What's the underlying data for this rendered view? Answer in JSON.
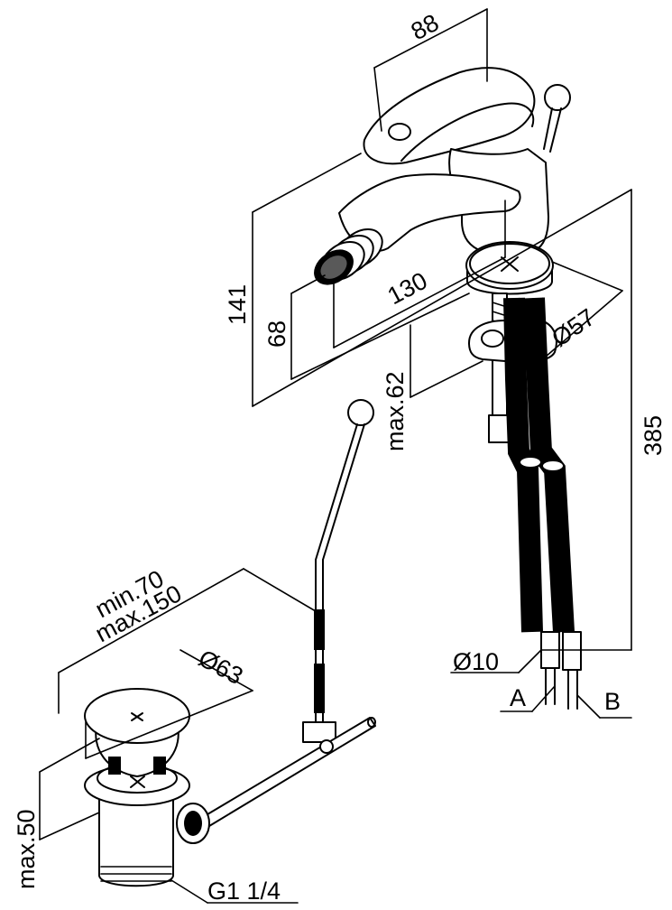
{
  "drawing": {
    "dimensions": {
      "spout_width": "88",
      "overall_height": "141",
      "spout_height": "68",
      "reach": "130",
      "base_diameter": "Ø57",
      "max_deck": "max.62",
      "hose_length": "385",
      "hose_diameter": "Ø10",
      "waste_min": "min.70",
      "waste_max": "max.150",
      "waste_diameter": "Ø63",
      "waste_height": "max.50",
      "thread": "G1 1/4"
    },
    "connections": {
      "label_a": "A",
      "label_b": "B"
    }
  }
}
